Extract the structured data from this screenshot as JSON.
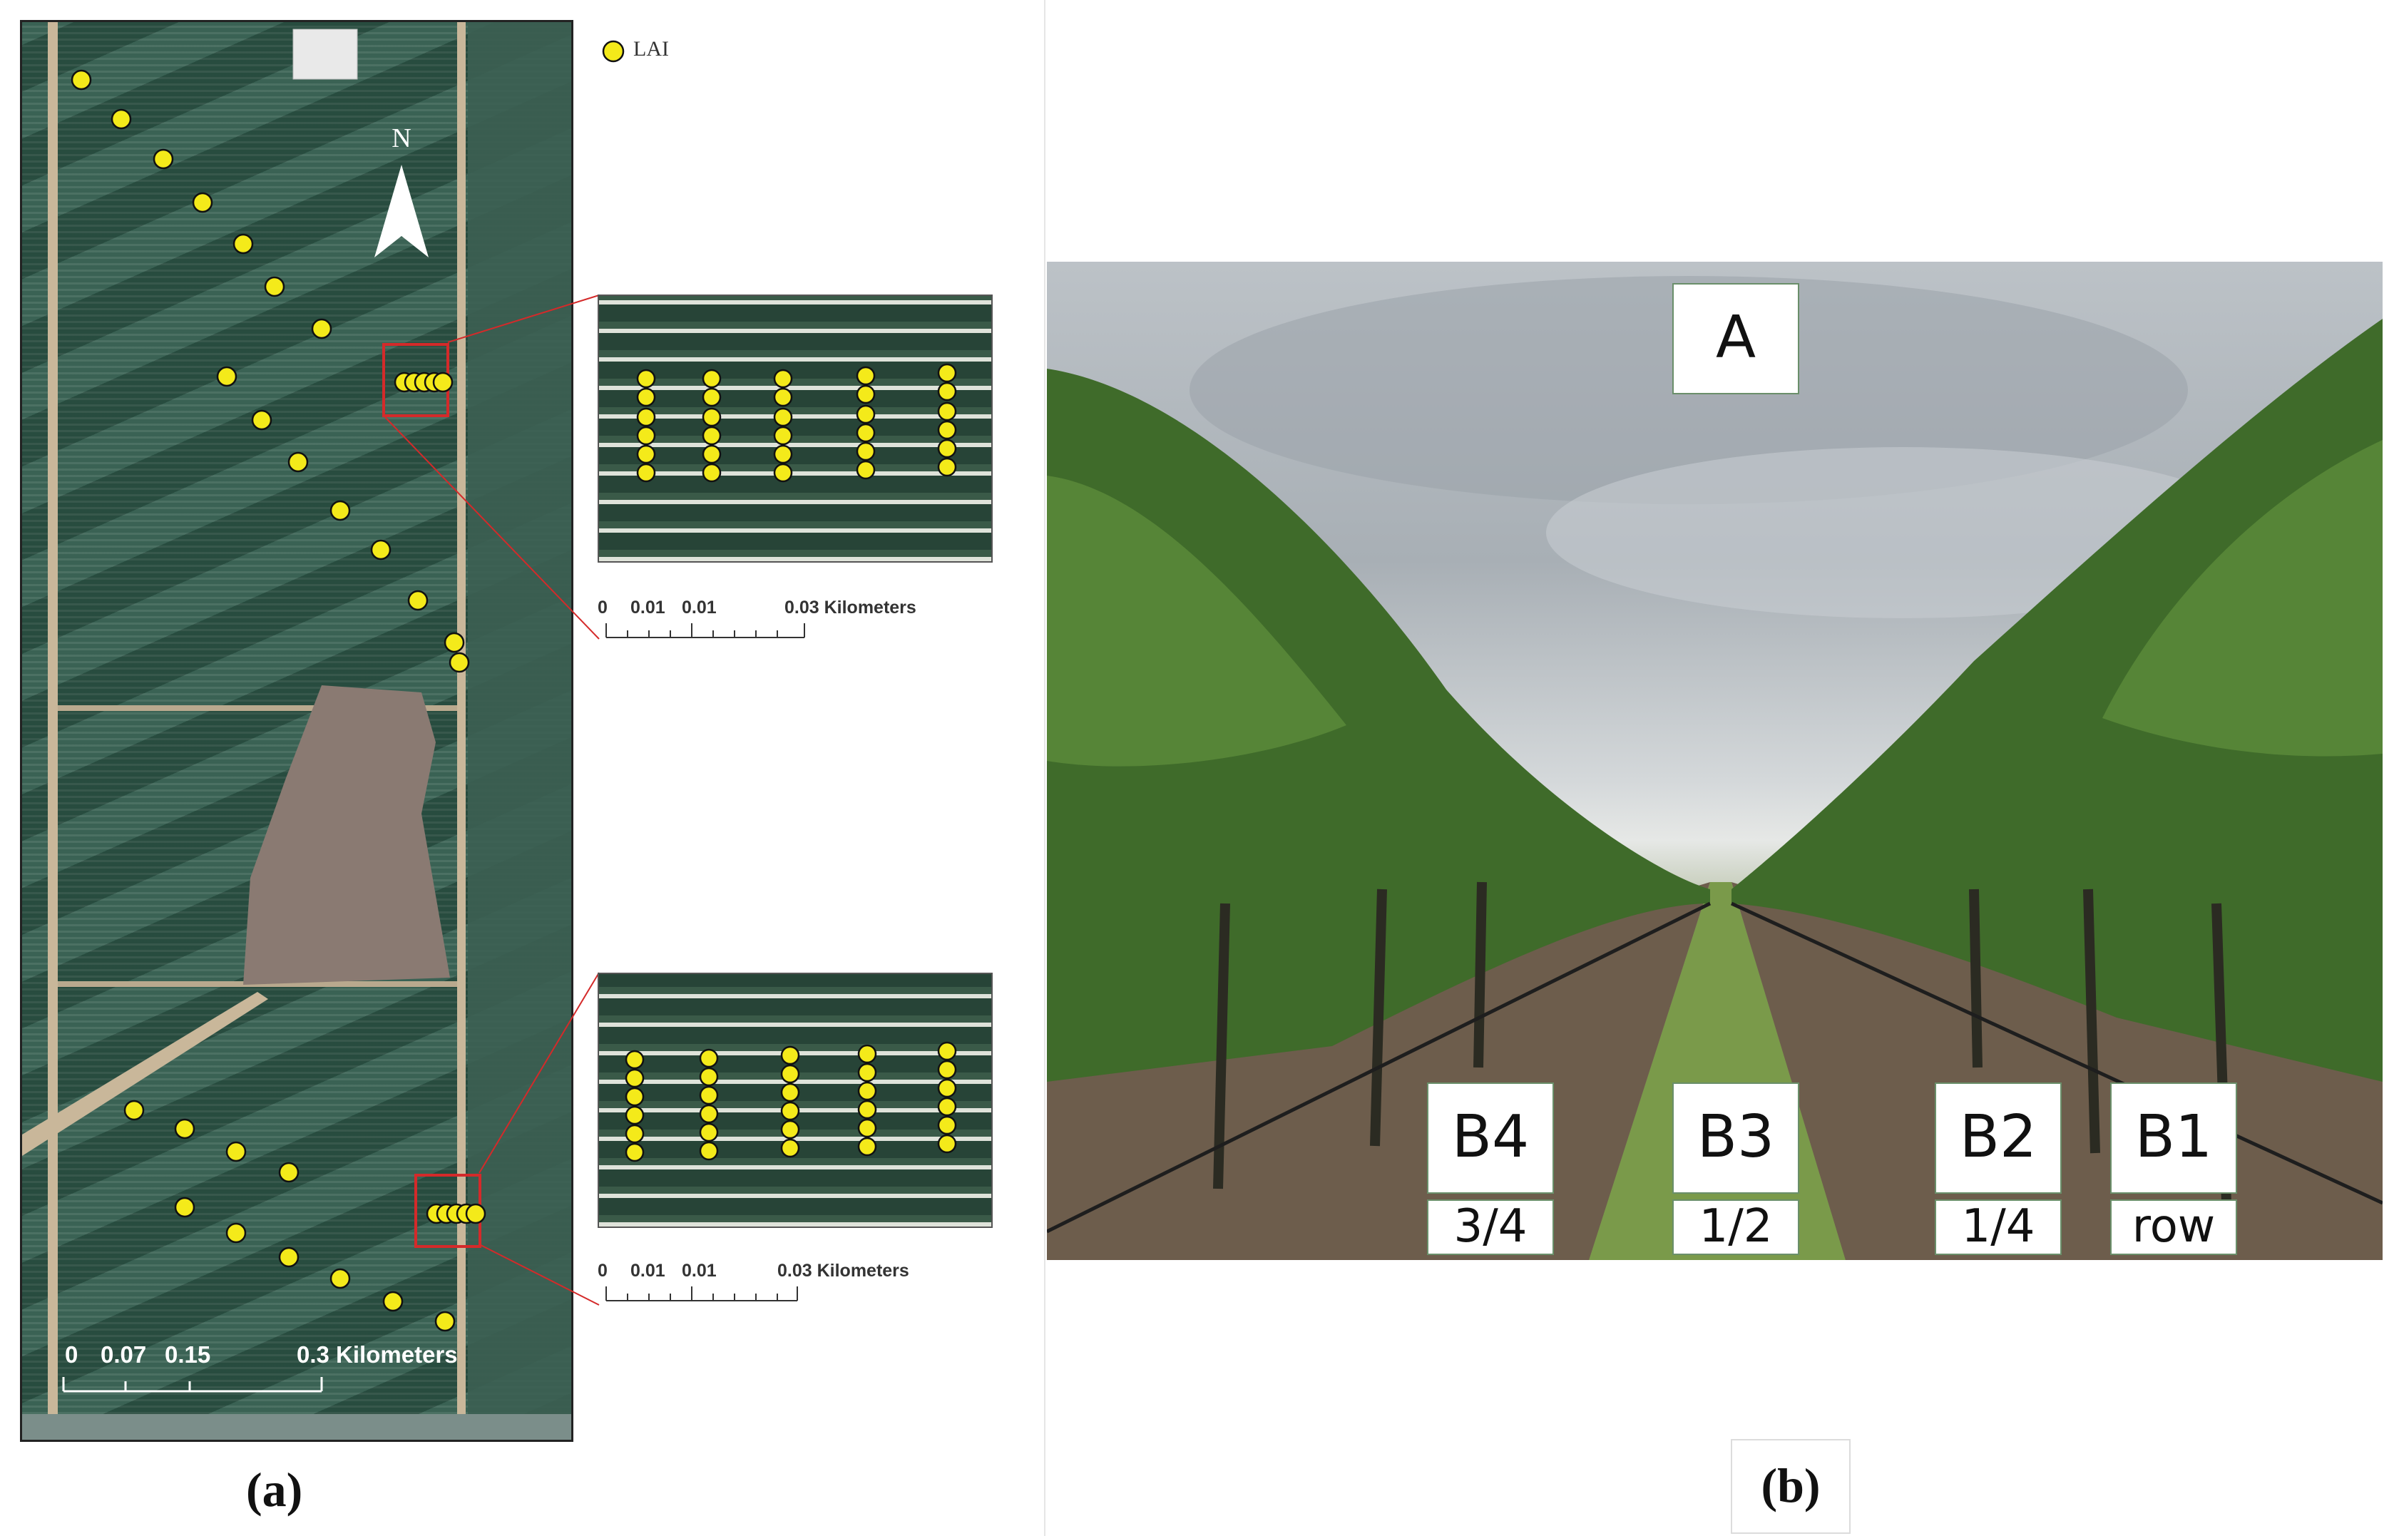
{
  "legend": {
    "marker_label": "LAI",
    "marker_color": "#f4ea1a"
  },
  "map": {
    "north_label": "N",
    "scale_labels": [
      "0",
      "0.07",
      "0.15",
      "0.3 Kilometers"
    ]
  },
  "insets": [
    {
      "scale_labels": [
        "0",
        "0.01",
        "0.01",
        "0.03 Kilometers"
      ]
    },
    {
      "scale_labels": [
        "0",
        "0.01",
        "0.01",
        "0.03 Kilometers"
      ]
    }
  ],
  "panel_labels": {
    "a": "(a)",
    "b": "(b)"
  },
  "photo": {
    "canopy_label": "A",
    "positions": [
      {
        "id": "B4",
        "fraction": "3/4"
      },
      {
        "id": "B3",
        "fraction": "1/2"
      },
      {
        "id": "B2",
        "fraction": "1/4"
      },
      {
        "id": "B1",
        "fraction": "row"
      }
    ]
  },
  "colors": {
    "accent_red": "#d42a2a",
    "field_green": "#2f5a4b",
    "point_yellow": "#f4ea1a"
  }
}
